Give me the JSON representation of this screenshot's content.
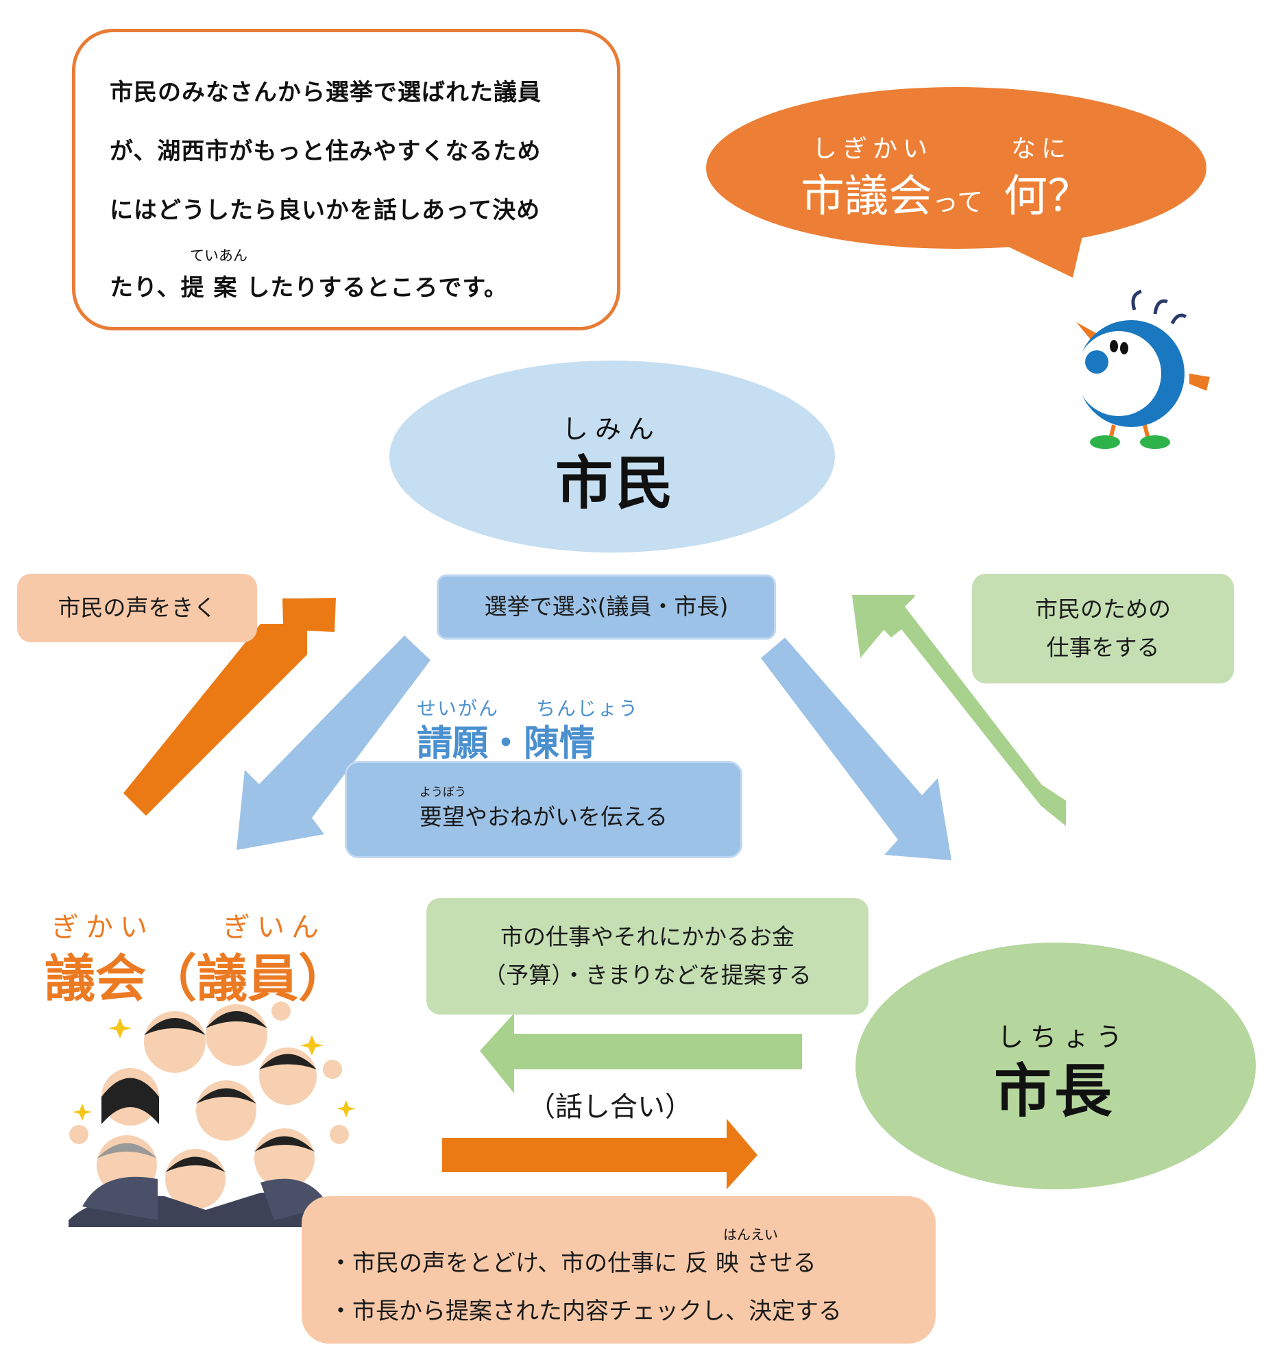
{
  "intro": {
    "line1": "市民のみなさんから選挙で選ばれた議員",
    "line2": "が、湖西市がもっと住みやすくなるため",
    "line3": "にはどうしたら良いかを話しあって決め",
    "line4": "たり、提 案 したりするところです。",
    "ruby": "ていあん"
  },
  "question": {
    "ruby_left": "しぎかい",
    "ruby_right": "なに",
    "main": "市議会",
    "small": "って",
    "end": "何？"
  },
  "citizen": {
    "ruby": "しみん",
    "label": "市民"
  },
  "mayor": {
    "ruby": "しちょう",
    "label": "市長"
  },
  "council": {
    "ruby_left": "ぎかい",
    "ruby_right": "ぎいん",
    "label": "議会（議員）"
  },
  "boxes": {
    "listen": "市民の声をきく",
    "elect": "選挙で選ぶ(議員・市長)",
    "work_line1": "市民のための",
    "work_line2": "仕事をする",
    "petition_ruby_left": "せいがん",
    "petition_ruby_right": "ちんじょう",
    "petition_title": "請願・陳情",
    "request_ruby": "ようぼう",
    "request": "要望やおねがいを伝える",
    "propose_line1": "市の仕事やそれにかかるお金",
    "propose_line2": "（予算）・きまりなどを提案する",
    "discuss": "（話し合い）",
    "role_ruby": "はんえい",
    "role_line1": "・市民の声をとどけ、市の仕事に 反 映 させる",
    "role_line2": "・市長から提案された内容チェックし、決定する"
  },
  "colors": {
    "orange": "#e97c35",
    "blue": "#9dc2e7",
    "green": "#a9d18e",
    "peach": "#f8c9a8",
    "light_blue": "#c5def1"
  }
}
